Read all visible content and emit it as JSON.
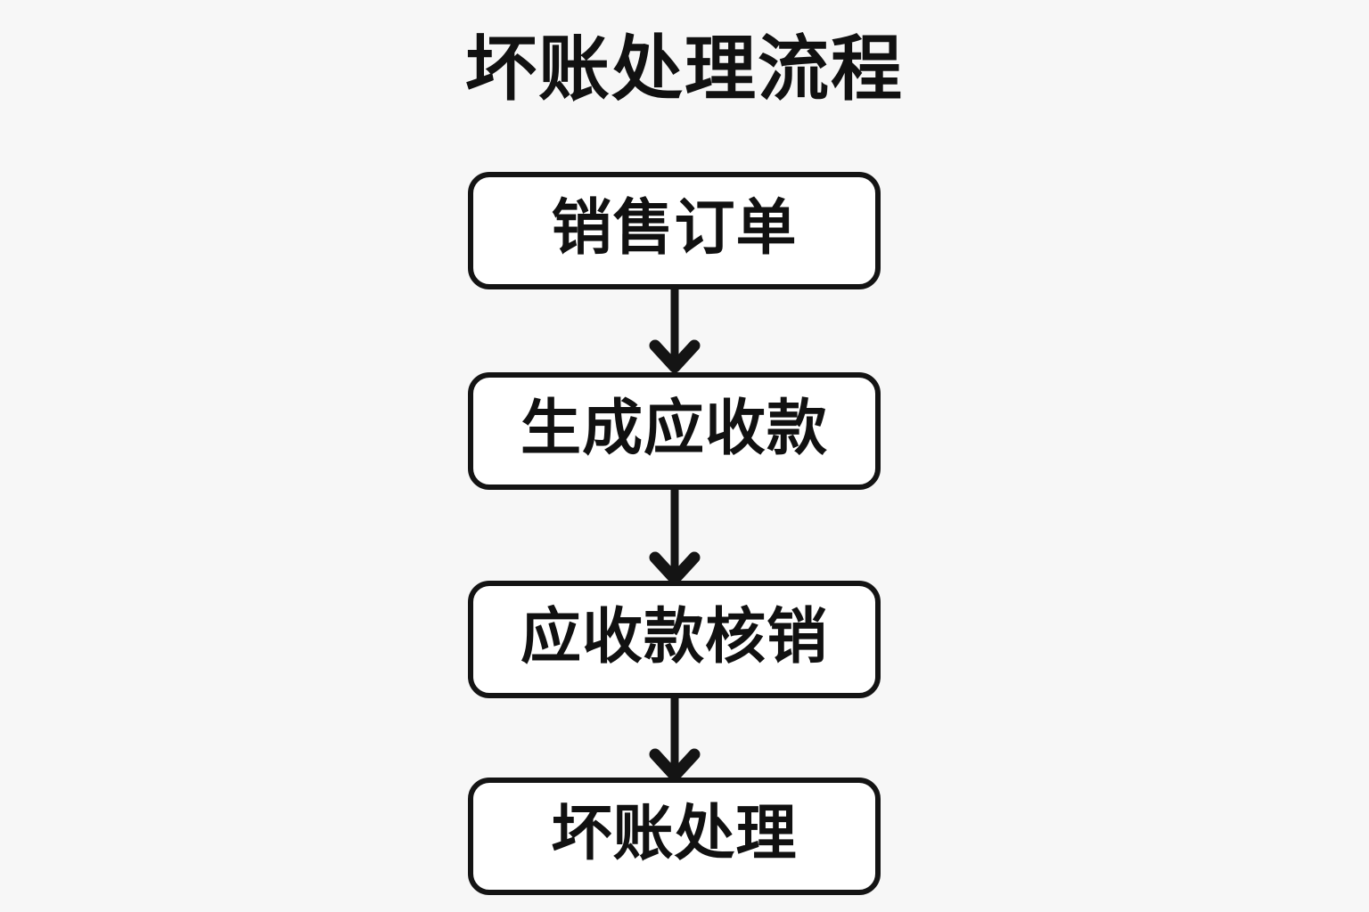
{
  "page": {
    "background_color": "#f7f7f7",
    "title": "坏账处理流程"
  },
  "diagram": {
    "type": "flowchart",
    "orientation": "vertical",
    "node_fill_color": "#ffffff",
    "node_border_color": "#141414",
    "text_color": "#111111",
    "nodes": [
      {
        "id": "node-1",
        "label": "销售订单"
      },
      {
        "id": "node-2",
        "label": "生成应收款"
      },
      {
        "id": "node-3",
        "label": "应收款核销"
      },
      {
        "id": "node-4",
        "label": "坏账处理"
      }
    ],
    "connectors": [
      {
        "id": "connector-1",
        "from": "node-1",
        "to": "node-2",
        "arrow": "down-arrow-icon"
      },
      {
        "id": "connector-2",
        "from": "node-2",
        "to": "node-3",
        "arrow": "down-arrow-icon"
      },
      {
        "id": "connector-3",
        "from": "node-3",
        "to": "node-4",
        "arrow": "down-arrow-icon"
      }
    ]
  }
}
